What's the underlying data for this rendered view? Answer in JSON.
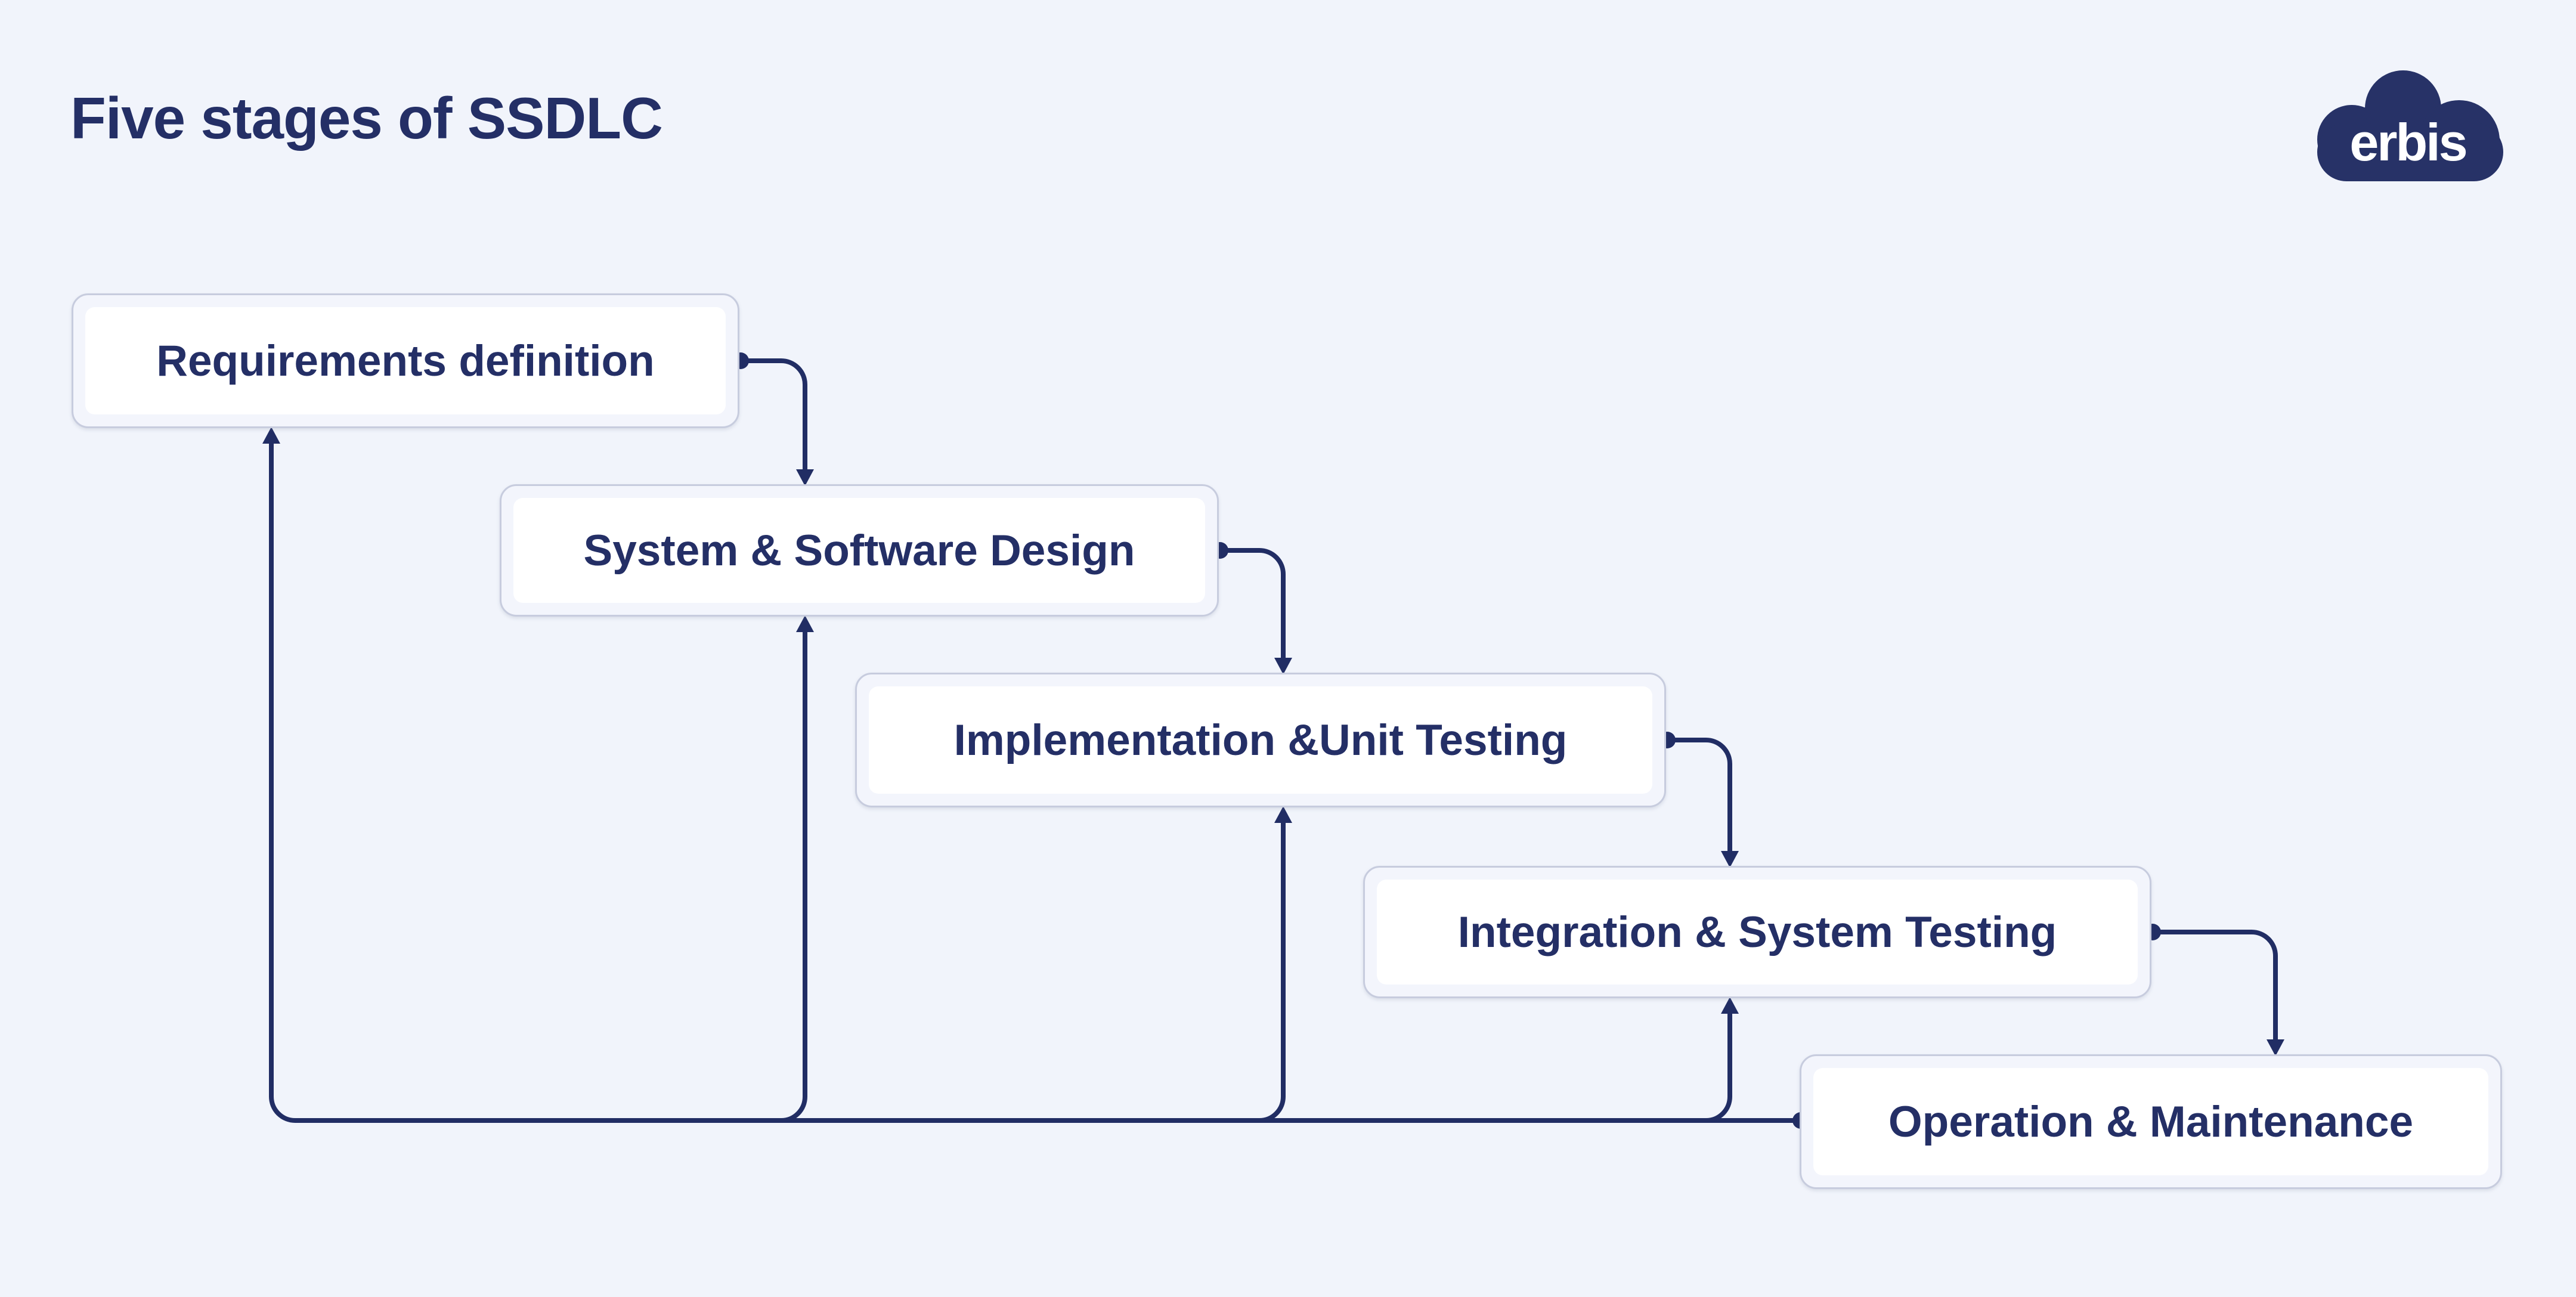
{
  "page": {
    "title": "Five stages of SSDLC"
  },
  "logo": {
    "text": "erbis"
  },
  "colors": {
    "background": "#F1F4FB",
    "navy_text": "#242F66",
    "connector_line": "#212D64",
    "box_border": "#C7CCDE",
    "box_outer_fill": "#F3F5FC",
    "box_inner_fill": "#FFFFFF",
    "logo_fill": "#273267"
  },
  "stages": [
    {
      "label": "Requirements definition"
    },
    {
      "label": "System & Software Design"
    },
    {
      "label": "Implementation &Unit Testing"
    },
    {
      "label": "Integration & System Testing"
    },
    {
      "label": "Operation & Maintenance"
    }
  ]
}
